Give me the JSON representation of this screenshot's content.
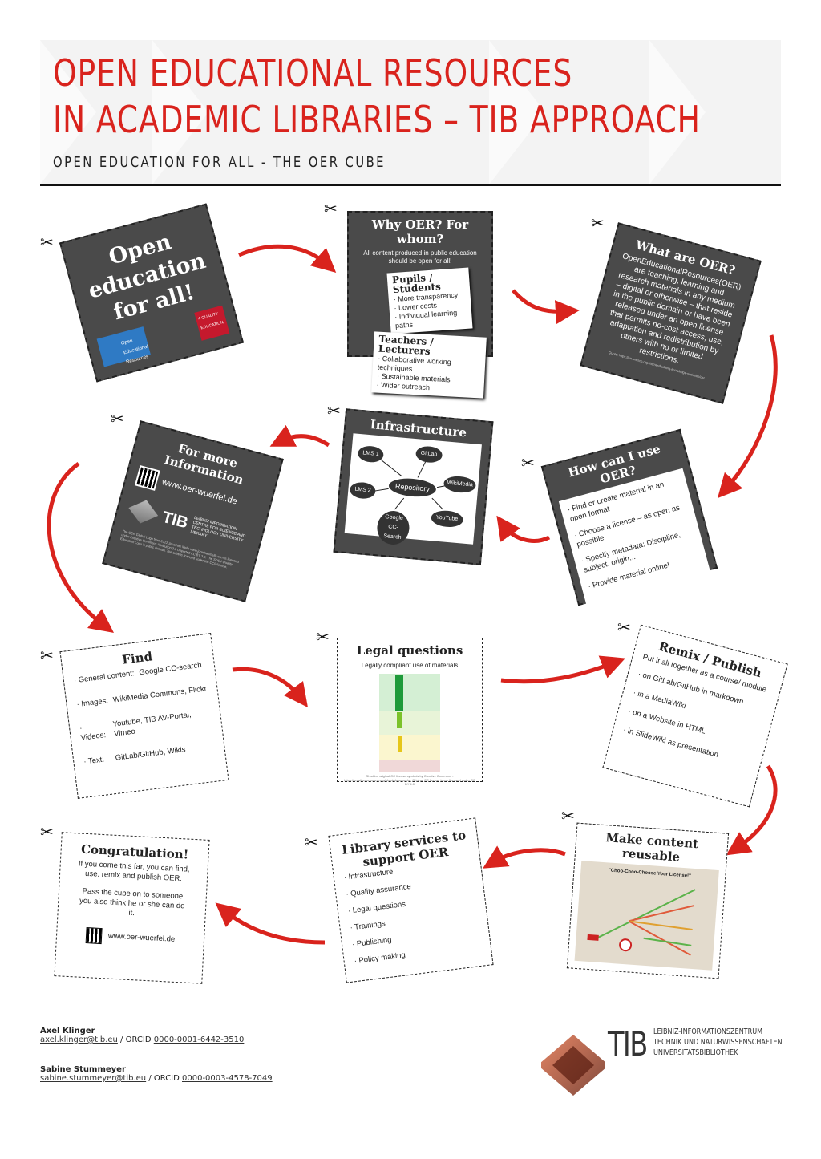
{
  "header": {
    "title_line1": "OPEN EDUCATIONAL RESOURCES",
    "title_line2": "IN ACADEMIC LIBRARIES – TIB APPROACH",
    "subtitle": "OPEN EDUCATION FOR ALL - THE OER CUBE"
  },
  "colors": {
    "accent": "#d9231d",
    "card_dark": "#4a4a4a"
  },
  "cards": {
    "open": {
      "title": "Open education for all!",
      "logo1": "Open Educational Resources",
      "logo2": "4 QUALITY EDUCATION"
    },
    "why": {
      "title": "Why OER? For whom?",
      "intro": "All content produced in public education should be open for all!",
      "pupils_title": "Pupils / Students",
      "pupils": [
        "· More transparency",
        "· Lower costs",
        "· Individual learning paths"
      ],
      "teachers_title": "Teachers / Lecturers",
      "teachers": [
        "· Collaborative working techniques",
        "· Sustainable materials",
        "· Wider outreach"
      ]
    },
    "what": {
      "title": "What are OER?",
      "text": "OpenEducationalResources(OER) are teaching, learning and research materials in any medium – digital or otherwise – that reside in the public domain or have been released under an open license that permits no-cost access, use, adaptation and redistribution by others with no or limited restrictions.",
      "source": "Quote: https://en.unesco.org/themes/building-knowledge-societies/oer"
    },
    "info": {
      "title": "For more Information",
      "url": "www.oer-wuerfel.de",
      "tib": "TIB",
      "tib_text": "LEIBNIZ INFORMATION CENTRE FOR SCIENCE AND TECHNOLOGY UNIVERSITY LIBRARY",
      "credits": "The OER Global Logo from 2012 Jonathas Mello www.jonathasmello.com is licensed under Creative Commons Attribution 3.0 Unported CC BY 3.0. The SDG4 Quality Education Logo is public domain. The cube is licensed under the CC0 license."
    },
    "infra": {
      "title": "Infrastructure",
      "center": "Repository",
      "nodes": [
        "LMS 1",
        "GitLab",
        "WikiMedia",
        "LMS 2",
        "YouTube",
        "Google CC-Search"
      ]
    },
    "how": {
      "title": "How can I use OER?",
      "items": [
        "· Find or create material in an open format",
        "· Choose a license – as open as possible",
        "· Specify metadata: Discipline, subject, origin...",
        "· Provide material online!"
      ]
    },
    "find": {
      "title": "Find",
      "rows": [
        {
          "k": "· General content:",
          "v": "Google CC-search"
        },
        {
          "k": "· Images:",
          "v": "WikiMedia Commons, Flickr"
        },
        {
          "k": "· Videos:",
          "v": "Youtube, TIB AV-Portal, Vimeo"
        },
        {
          "k": "· Text:",
          "v": "GitLab/GitHub, Wikis"
        }
      ]
    },
    "legal": {
      "title": "Legal questions",
      "subtitle": "Legally compliant use of materials",
      "credit": "Shadiim, original CC license symbols by Creative Commons - https://creativecommons.org/about/downloads/; Original CC license icons licensed under CC BY 4.0"
    },
    "remix": {
      "title": "Remix / Publish",
      "intro": "Put it all together as a course/ module",
      "items": [
        "· on GitLab/GitHub in markdown",
        "· in a MediaWiki",
        "· on a Website in HTML",
        "· in SlideWiki as presentation"
      ]
    },
    "congrats": {
      "title": "Congratulation!",
      "p1": "If you come this far, you can find, use, remix and publish OER.",
      "p2": "Pass the cube on to someone you also think he or she can do it.",
      "url": "www.oer-wuerfel.de"
    },
    "library": {
      "title": "Library services to support OER",
      "items": [
        "· Infrastructure",
        "· Quality assurance",
        "· Legal questions",
        "· Trainings",
        "· Publishing",
        "· Policy making"
      ]
    },
    "reuse": {
      "title": "Make content reusable",
      "chart_title": "\"Choo-Choo-Choose Your License!\""
    }
  },
  "footer": {
    "authors": [
      {
        "name": "Axel Klinger",
        "email": "axel.klinger@tib.eu",
        "sep": " / ORCID ",
        "orcid": "0000-0001-6442-3510"
      },
      {
        "name": "Sabine Stummeyer",
        "email": "sabine.stummeyer@tib.eu",
        "sep": " / ORCID ",
        "orcid": "0000-0003-4578-7049"
      }
    ],
    "logo": "TIB",
    "logo_lines": [
      "LEIBNIZ-INFORMATIONSZENTRUM",
      "TECHNIK UND NATURWISSENSCHAFTEN",
      "UNIVERSITÄTSBIBLIOTHEK"
    ]
  }
}
